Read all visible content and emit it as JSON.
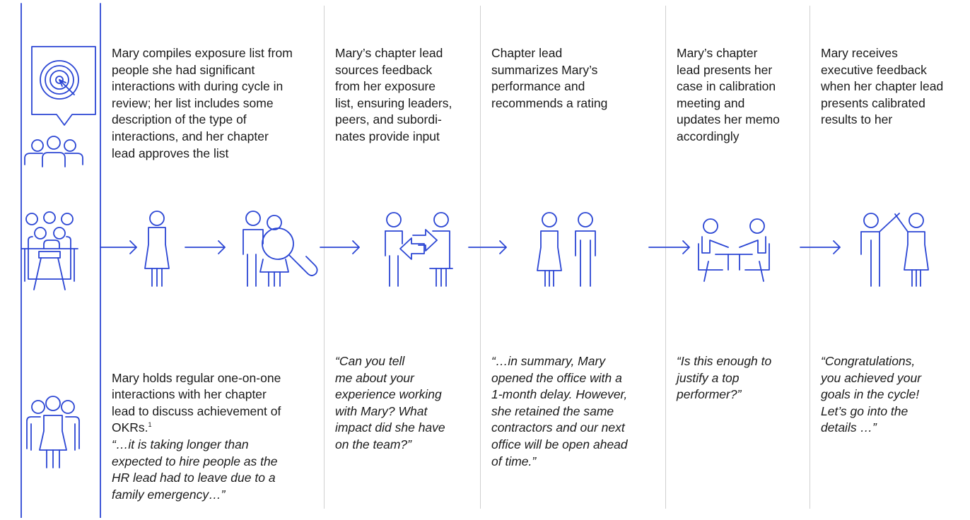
{
  "accent_color": "#2b46d4",
  "steps": [
    {
      "id": "exposure-list",
      "description": "Mary compiles exposure list from\npeople she had significant\ninteractions with during cycle in\nreview; her list includes some\ndescription of the type of\ninteractions, and her chapter\nlead approves the list",
      "icon": "single-person-icon"
    },
    {
      "id": "source-feedback",
      "description": "Mary’s chapter lead\nsources feedback\nfrom her exposure\nlist, ensuring leaders,\npeers, and subordi-\nnates provide input",
      "quote": "“Can you tell\nme about your\nexperience working\nwith Mary? What\nimpact did she have\non the team?”",
      "icon": "search-people-icon"
    },
    {
      "id": "summarize",
      "description": "Chapter lead\nsummarizes Mary’s\nperformance and\nrecommends a rating",
      "quote": "“…in summary, Mary\nopened the office with a\n1-month delay. However,\nshe retained the same\ncontractors and our next\noffice will be open ahead\nof time.”",
      "icon": "exchange-people-icon"
    },
    {
      "id": "calibration",
      "description": "Mary’s chapter\nlead presents her\ncase in calibration\nmeeting and\nupdates her memo\naccordingly",
      "quote": "“Is this enough to\njustify a top\nperformer?”",
      "icon": "two-people-icon"
    },
    {
      "id": "executive-feedback",
      "description": "Mary receives\nexecutive feedback\nwhen her chapter lead\npresents calibrated\nresults to her",
      "quote": "“Congratulations,\nyou achieved your\ngoals in the cycle!\nLet’s go into the\ndetails …”",
      "icon": "high-five-icon"
    }
  ],
  "one_on_one": {
    "text_before_footnote": "Mary holds regular one-on-one\ninteractions with her chapter\nlead to discuss achievement of\nOKRs.",
    "footnote": "1",
    "quote": "“…it is taking longer than\nexpected to hire people as the\nHR lead had to leave due to a\nfamily emergency…”"
  }
}
